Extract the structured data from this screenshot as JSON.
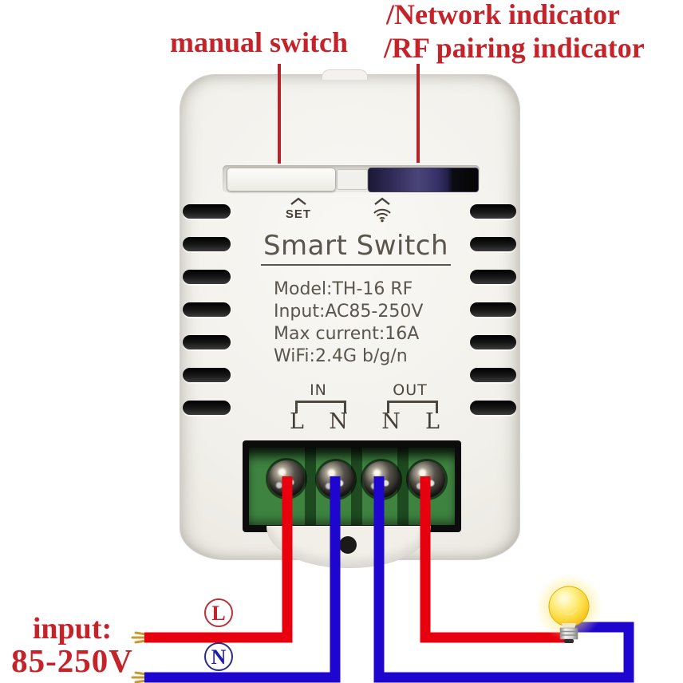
{
  "annotations": {
    "manual_switch": "manual switch",
    "network_indicator": "/Network indicator",
    "rf_pairing_indicator": "/RF pairing indicator"
  },
  "device": {
    "button_label": "SET",
    "title": "Smart Switch",
    "specs": [
      "Model:TH-16 RF",
      "Input:AC85-250V",
      "Max current:16A",
      "WiFi:2.4G b/g/n"
    ],
    "terminals": {
      "in_label": "IN",
      "out_label": "OUT",
      "in_pins": [
        "L",
        "N"
      ],
      "out_pins": [
        "N",
        "L"
      ]
    }
  },
  "wiring": {
    "input_line1": "input:",
    "input_line2": "85-250V",
    "live_label": "L",
    "neutral_label": "N"
  },
  "colors": {
    "annotation_red": "#c4232a",
    "wire_red": "#e8000f",
    "wire_blue": "#1e06cf",
    "terminal_green": "#3e8340",
    "led_window_navy": "#37336a",
    "bulb_yellow": "#fbd636",
    "body_white": "#f2f0ea"
  }
}
